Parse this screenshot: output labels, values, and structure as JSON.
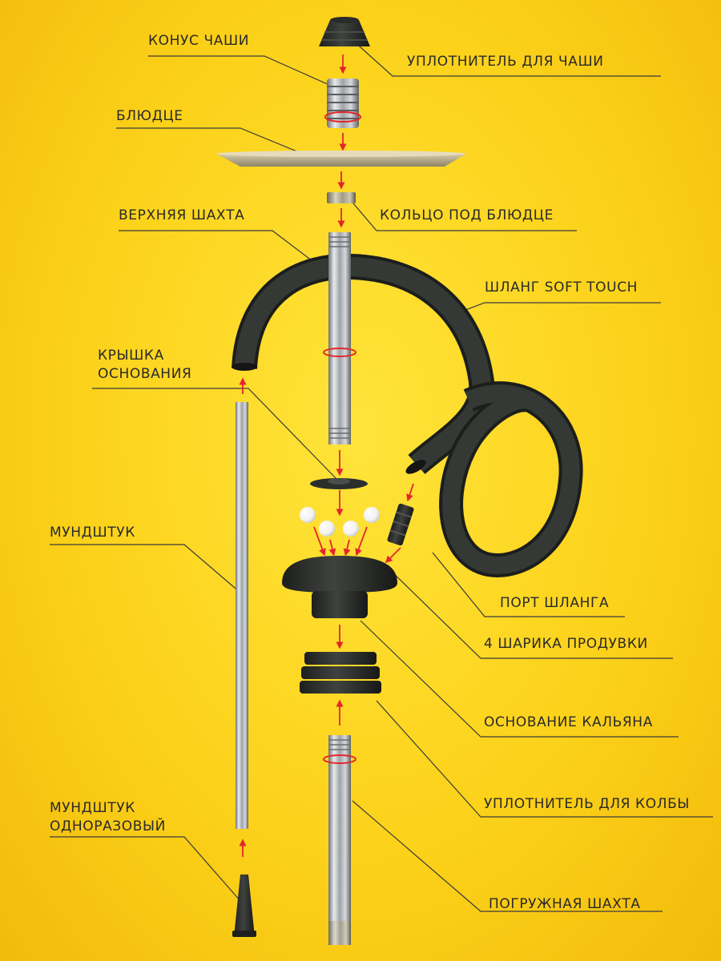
{
  "labels": {
    "bowl_cone": "КОНУС ЧАШИ",
    "bowl_seal": "УПЛОТНИТЕЛЬ ДЛЯ ЧАШИ",
    "saucer": "БЛЮДЦЕ",
    "upper_shaft": "ВЕРХНЯЯ ШАХТА",
    "saucer_ring": "КОЛЬЦО ПОД БЛЮДЦЕ",
    "hose": "ШЛАНГ SOFT TOUCH",
    "base_cap_line1": "КРЫШКА",
    "base_cap_line2": "ОСНОВАНИЯ",
    "mouthpiece": "МУНДШТУК",
    "hose_port": "ПОРТ ШЛАНГА",
    "purge_balls": "4 ШАРИКА ПРОДУВКИ",
    "hookah_base": "ОСНОВАНИЕ КАЛЬЯНА",
    "flask_seal": "УПЛОТНИТЕЛЬ ДЛЯ КОЛБЫ",
    "disposable_line1": "МУНДШТУК",
    "disposable_line2": "ОДНОРАЗОВЫЙ",
    "downstem": "ПОГРУЖНАЯ ШАХТА"
  },
  "colors": {
    "background": "#fcd21a",
    "arrow": "#e3262b",
    "leader": "#333333",
    "rubber": "#2b2e2b",
    "steel": "#b9bcbe"
  }
}
